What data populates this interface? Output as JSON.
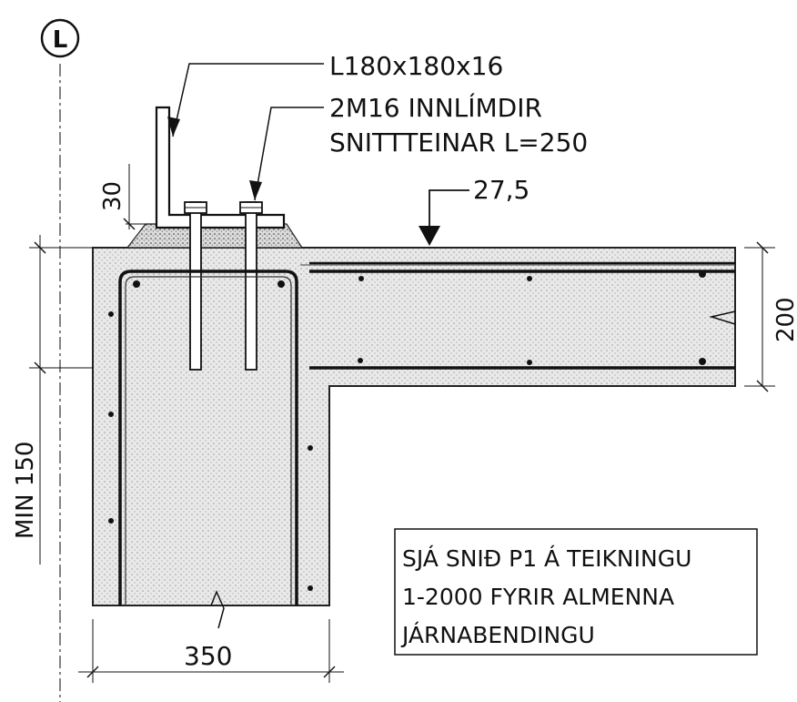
{
  "grid_marker": "L",
  "labels": {
    "angle": "L180x180x16",
    "bolts_line1": "2M16 INNLÍMDIR",
    "bolts_line2": "SNITTTEINAR L=250",
    "level": "27,5",
    "dim_30": "30",
    "dim_min150": "MIN 150",
    "dim_200": "200",
    "dim_350": "350"
  },
  "note": {
    "line1": "SJÁ SNIÐ P1 Á TEIKNINGU",
    "line2": "1-2000 FYRIR ALMENNA",
    "line3": "JÁRNABENDINGU"
  },
  "colors": {
    "ink": "#111111",
    "concrete": "#e6e6e6",
    "grout": "#d2d2d2"
  }
}
